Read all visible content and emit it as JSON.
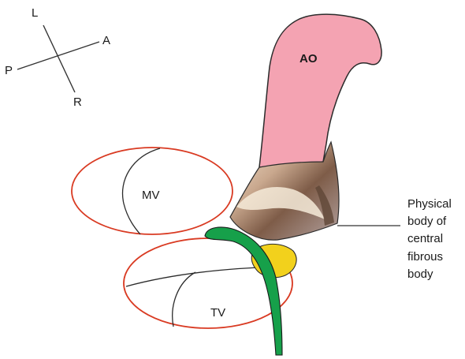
{
  "orientation": {
    "labels": {
      "l": "L",
      "a": "A",
      "p": "P",
      "r": "R"
    }
  },
  "structures": {
    "aorta": "AO",
    "mitral_valve": "MV",
    "tricuspid_valve": "TV"
  },
  "annotation": {
    "lines": [
      "Physical",
      "body of",
      "central",
      "fibrous",
      "body"
    ]
  },
  "colors": {
    "aorta_fill": "#f4a3b2",
    "valve_ring": "#d93a22",
    "bundle_green": "#16a04a",
    "fibrous_yellow": "#f2d11c",
    "tissue_brown": "#8b6a54",
    "outline": "#2b2b2b"
  }
}
